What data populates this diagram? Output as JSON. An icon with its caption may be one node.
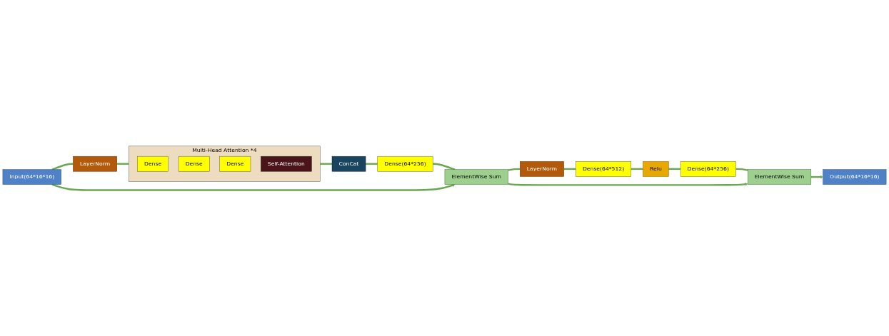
{
  "diagram": {
    "nodes": [
      {
        "text": [
          "Input(64*16*16)"
        ]
      },
      {
        "text": [
          "LayerNorm"
        ]
      },
      {
        "text": [
          "Multi-Head Attention *4"
        ]
      },
      {
        "text": [
          "Dense"
        ],
        "in": 2
      },
      {
        "text": [
          "Dense"
        ],
        "in": 2
      },
      {
        "text": [
          "Dense"
        ],
        "in": 2
      },
      {
        "text": [
          "Self-Attention"
        ],
        "in": 2
      },
      {
        "text": [
          "ConCat"
        ]
      },
      {
        "text": [
          "Dense(64*256)"
        ]
      },
      {
        "text": [
          "ElementWise Sum"
        ]
      },
      {
        "text": [
          "LayerNorm"
        ]
      },
      {
        "text": [
          "Dense(64*512)"
        ]
      },
      {
        "text": [
          "Relu"
        ]
      },
      {
        "text": [
          "Dense(64*256)"
        ]
      },
      {
        "text": [
          "ElementWise Sum"
        ]
      },
      {
        "text": [
          "Output(64*16*16)"
        ]
      }
    ],
    "edges": [
      {
        "from": 0,
        "to": 1,
        "arrow": "none"
      },
      {
        "from": 1,
        "to": 2,
        "arrow": "none"
      },
      {
        "from": 2,
        "to": 7,
        "arrow": "none"
      },
      {
        "from": 7,
        "to": 8,
        "arrow": "none"
      },
      {
        "from": 8,
        "to": 9,
        "arrow": "none"
      },
      {
        "from": 9,
        "to": 10,
        "arrow": "none"
      },
      {
        "from": 10,
        "to": 11,
        "arrow": "none"
      },
      {
        "from": 11,
        "to": 12,
        "arrow": "none"
      },
      {
        "from": 12,
        "to": 13,
        "arrow": "none"
      },
      {
        "from": 13,
        "to": 14,
        "arrow": "none"
      },
      {
        "from": 14,
        "to": 15,
        "arrow": "to"
      },
      {
        "from": 0,
        "to": 9,
        "arrow": "to"
      },
      {
        "from": 9,
        "to": 14,
        "arrow": "to"
      }
    ]
  }
}
